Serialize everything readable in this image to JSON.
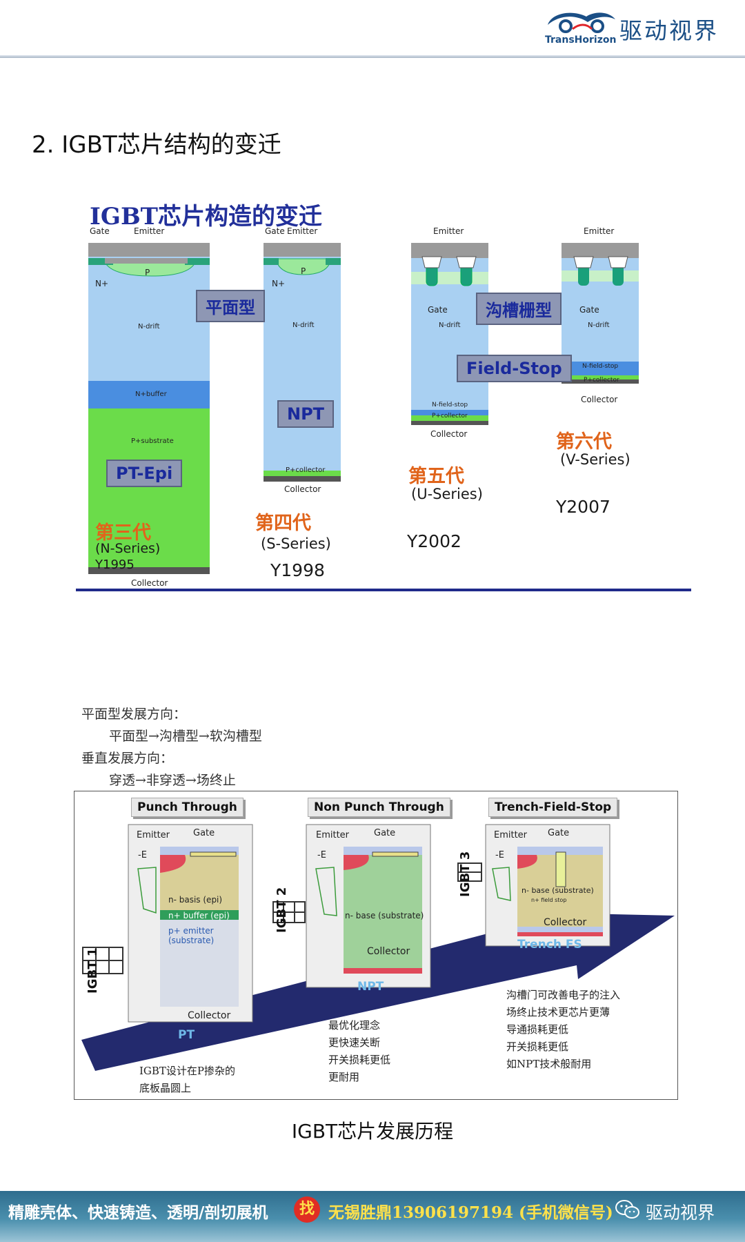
{
  "header": {
    "logo_en": "TransHorizon",
    "logo_cn": "驱动视界"
  },
  "section_title": "2. IGBT芯片结构的变迁",
  "figure1": {
    "title": "IGBT芯片构造的变迁",
    "labels": {
      "gate": "Gate",
      "emitter": "Emitter",
      "collector": "Collector",
      "n_drift": "N-drift",
      "n_buffer": "N+buffer",
      "p_substrate": "P+substrate",
      "p_collector": "P+collector",
      "n_field_stop": "N-field-stop",
      "n_plus": "N+",
      "p": "P"
    },
    "tags": {
      "planar": "平面型",
      "trench": "沟槽栅型",
      "field_stop": "Field-Stop",
      "npt": "NPT",
      "pt_epi": "PT-Epi"
    },
    "generations": [
      {
        "name": "第三代",
        "series": "(N-Series)",
        "year": "Y1995"
      },
      {
        "name": "第四代",
        "series": "(S-Series)",
        "year": "Y1998"
      },
      {
        "name": "第五代",
        "series": "(U-Series)",
        "year": "Y2002"
      },
      {
        "name": "第六代",
        "series": "(V-Series)",
        "year": "Y2007"
      }
    ]
  },
  "text_block": {
    "line1": "平面型发展方向：",
    "line2": "平面型→沟槽型→软沟槽型",
    "line3": "垂直发展方向：",
    "line4": "穿透→非穿透→场终止"
  },
  "figure2": {
    "titles": [
      "Punch Through",
      "Non Punch Through",
      "Trench-Field-Stop"
    ],
    "emitter": "Emitter",
    "gate": "Gate",
    "collector": "Collector",
    "e_field": "-E",
    "pt_layers": [
      "n- basis (epi)",
      "n+ buffer (epi)",
      "p+ emitter (substrate)"
    ],
    "npt_layer": "n- base (substrate)",
    "tfs_layers": [
      "n- base (substrate)",
      "n+ field stop"
    ],
    "igbt_labels": [
      "IGBT 1",
      "IGBT 2",
      "IGBT 3"
    ],
    "arrow_labels": [
      "PT",
      "NPT",
      "Trench FS"
    ],
    "note_pt": [
      "IGBT设计在P掺杂的",
      "底板晶圆上"
    ],
    "note_npt": [
      "最优化理念",
      "更快速关断",
      "开关损耗更低",
      "更耐用"
    ],
    "note_tfs": [
      "沟槽门可改善电子的注入",
      "场终止技术更芯片更薄",
      "导通损耗更低",
      "开关损耗更低",
      "如NPT技术般耐用"
    ],
    "colors": {
      "arrow": "#232a6e",
      "basis": "#d9cf97",
      "npt_base": "#9fd19a",
      "buffer": "#2f9e5a",
      "emitter_red": "#e04a5a"
    }
  },
  "caption": "IGBT芯片发展历程",
  "footer": {
    "text": "精雕壳体、快速铸造、透明/剖切展机",
    "find": "找",
    "contact": "无锡胜鼎13906197194 (手机微信号)",
    "brand": "驱动视界"
  }
}
